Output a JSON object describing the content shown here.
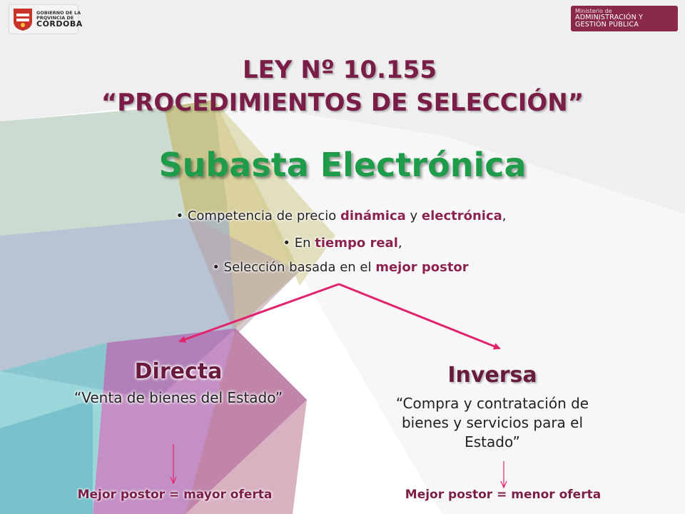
{
  "header": {
    "gov_logo": {
      "line1": "GOBIERNO DE LA",
      "line2": "PROVINCIA DE",
      "line3": "CÓRDOBA"
    },
    "ministry_logo": {
      "line1": "Ministerio de",
      "line2": "ADMINISTRACIÓN Y GESTIÓN PÚBLICA"
    }
  },
  "title": {
    "line1": "LEY Nº 10.155",
    "line2": "“PROCEDIMIENTOS DE SELECCIÓN”"
  },
  "heading": "Subasta Electrónica",
  "bullets": [
    {
      "parts": [
        {
          "t": "Competencia de precio ",
          "b": false
        },
        {
          "t": "dinámica",
          "b": true
        },
        {
          "t": " y ",
          "b": false
        },
        {
          "t": "electrónica",
          "b": true
        },
        {
          "t": ",",
          "b": false
        }
      ]
    },
    {
      "parts": [
        {
          "t": "En ",
          "b": false
        },
        {
          "t": "tiempo real",
          "b": true
        },
        {
          "t": ",",
          "b": false
        }
      ]
    },
    {
      "parts": [
        {
          "t": "Selección basada en el ",
          "b": false
        },
        {
          "t": "mejor postor",
          "b": true
        }
      ]
    }
  ],
  "bullet_symbol": "•",
  "directa": {
    "title": "Directa",
    "description": "“Venta de bienes del Estado”",
    "result": "Mejor postor = mayor oferta"
  },
  "inversa": {
    "title": "Inversa",
    "description": "“Compra y contratación de bienes y servicios para el Estado”",
    "result": "Mejor postor = menor oferta"
  },
  "colors": {
    "title": "#7b1e47",
    "heading": "#1f9c4a",
    "emphasis": "#8b2350",
    "arrow": "#e2246e"
  }
}
